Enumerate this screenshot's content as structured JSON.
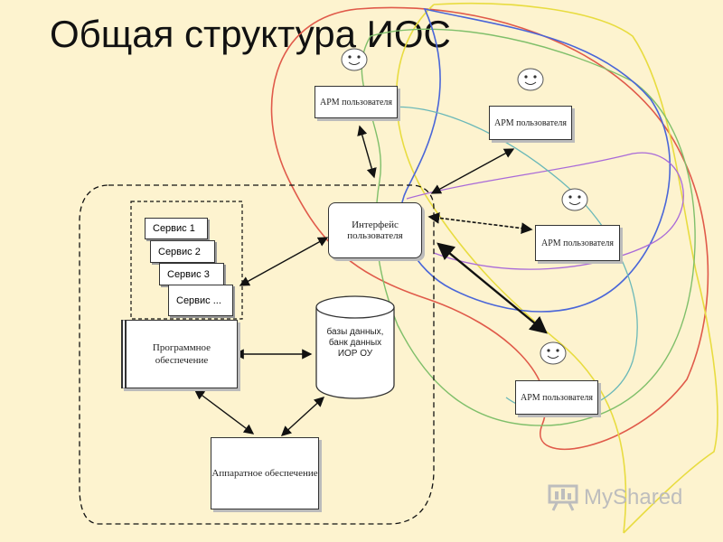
{
  "title": "Общая структура ИОС",
  "arm_label": "АРМ пользователя",
  "interface_label": "Интерфейс пользователя",
  "services": [
    "Сервис 1",
    "Сервис 2",
    "Сервис 3",
    "Сервис ..."
  ],
  "software_label": "Программное обеспечение",
  "hardware_label": "Аппаратное обеспечение",
  "database_label": "базы данных, банк данных ИОР ОУ",
  "watermark": "MyShared",
  "icons": [
    "smiley-face-icon",
    "presentation-board-icon"
  ],
  "colors": {
    "background": "#fdf3cf",
    "box_border": "#333333"
  }
}
